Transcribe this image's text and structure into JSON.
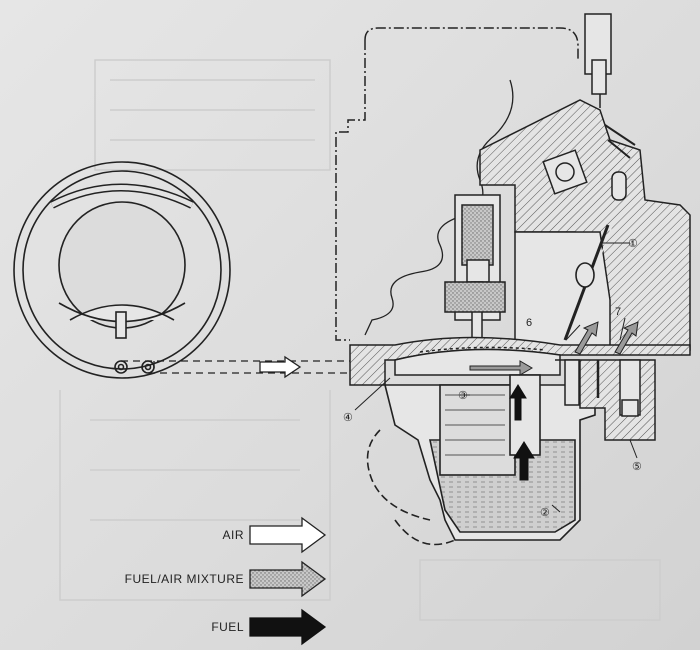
{
  "callouts": [
    {
      "id": "1",
      "label": "①"
    },
    {
      "id": "2",
      "label": "②"
    },
    {
      "id": "3",
      "label": "③"
    },
    {
      "id": "4",
      "label": "④"
    },
    {
      "id": "5",
      "label": "⑤"
    },
    {
      "id": "6",
      "label": "6"
    },
    {
      "id": "7",
      "label": "7"
    }
  ],
  "legend": {
    "air": "AIR",
    "mixture": "FUEL/AIR MIXTURE",
    "fuel": "FUEL"
  },
  "colors": {
    "air_fill": "#ffffff",
    "mixture_fill": "#9a9a9a",
    "fuel_fill": "#111111",
    "line": "#222222"
  }
}
